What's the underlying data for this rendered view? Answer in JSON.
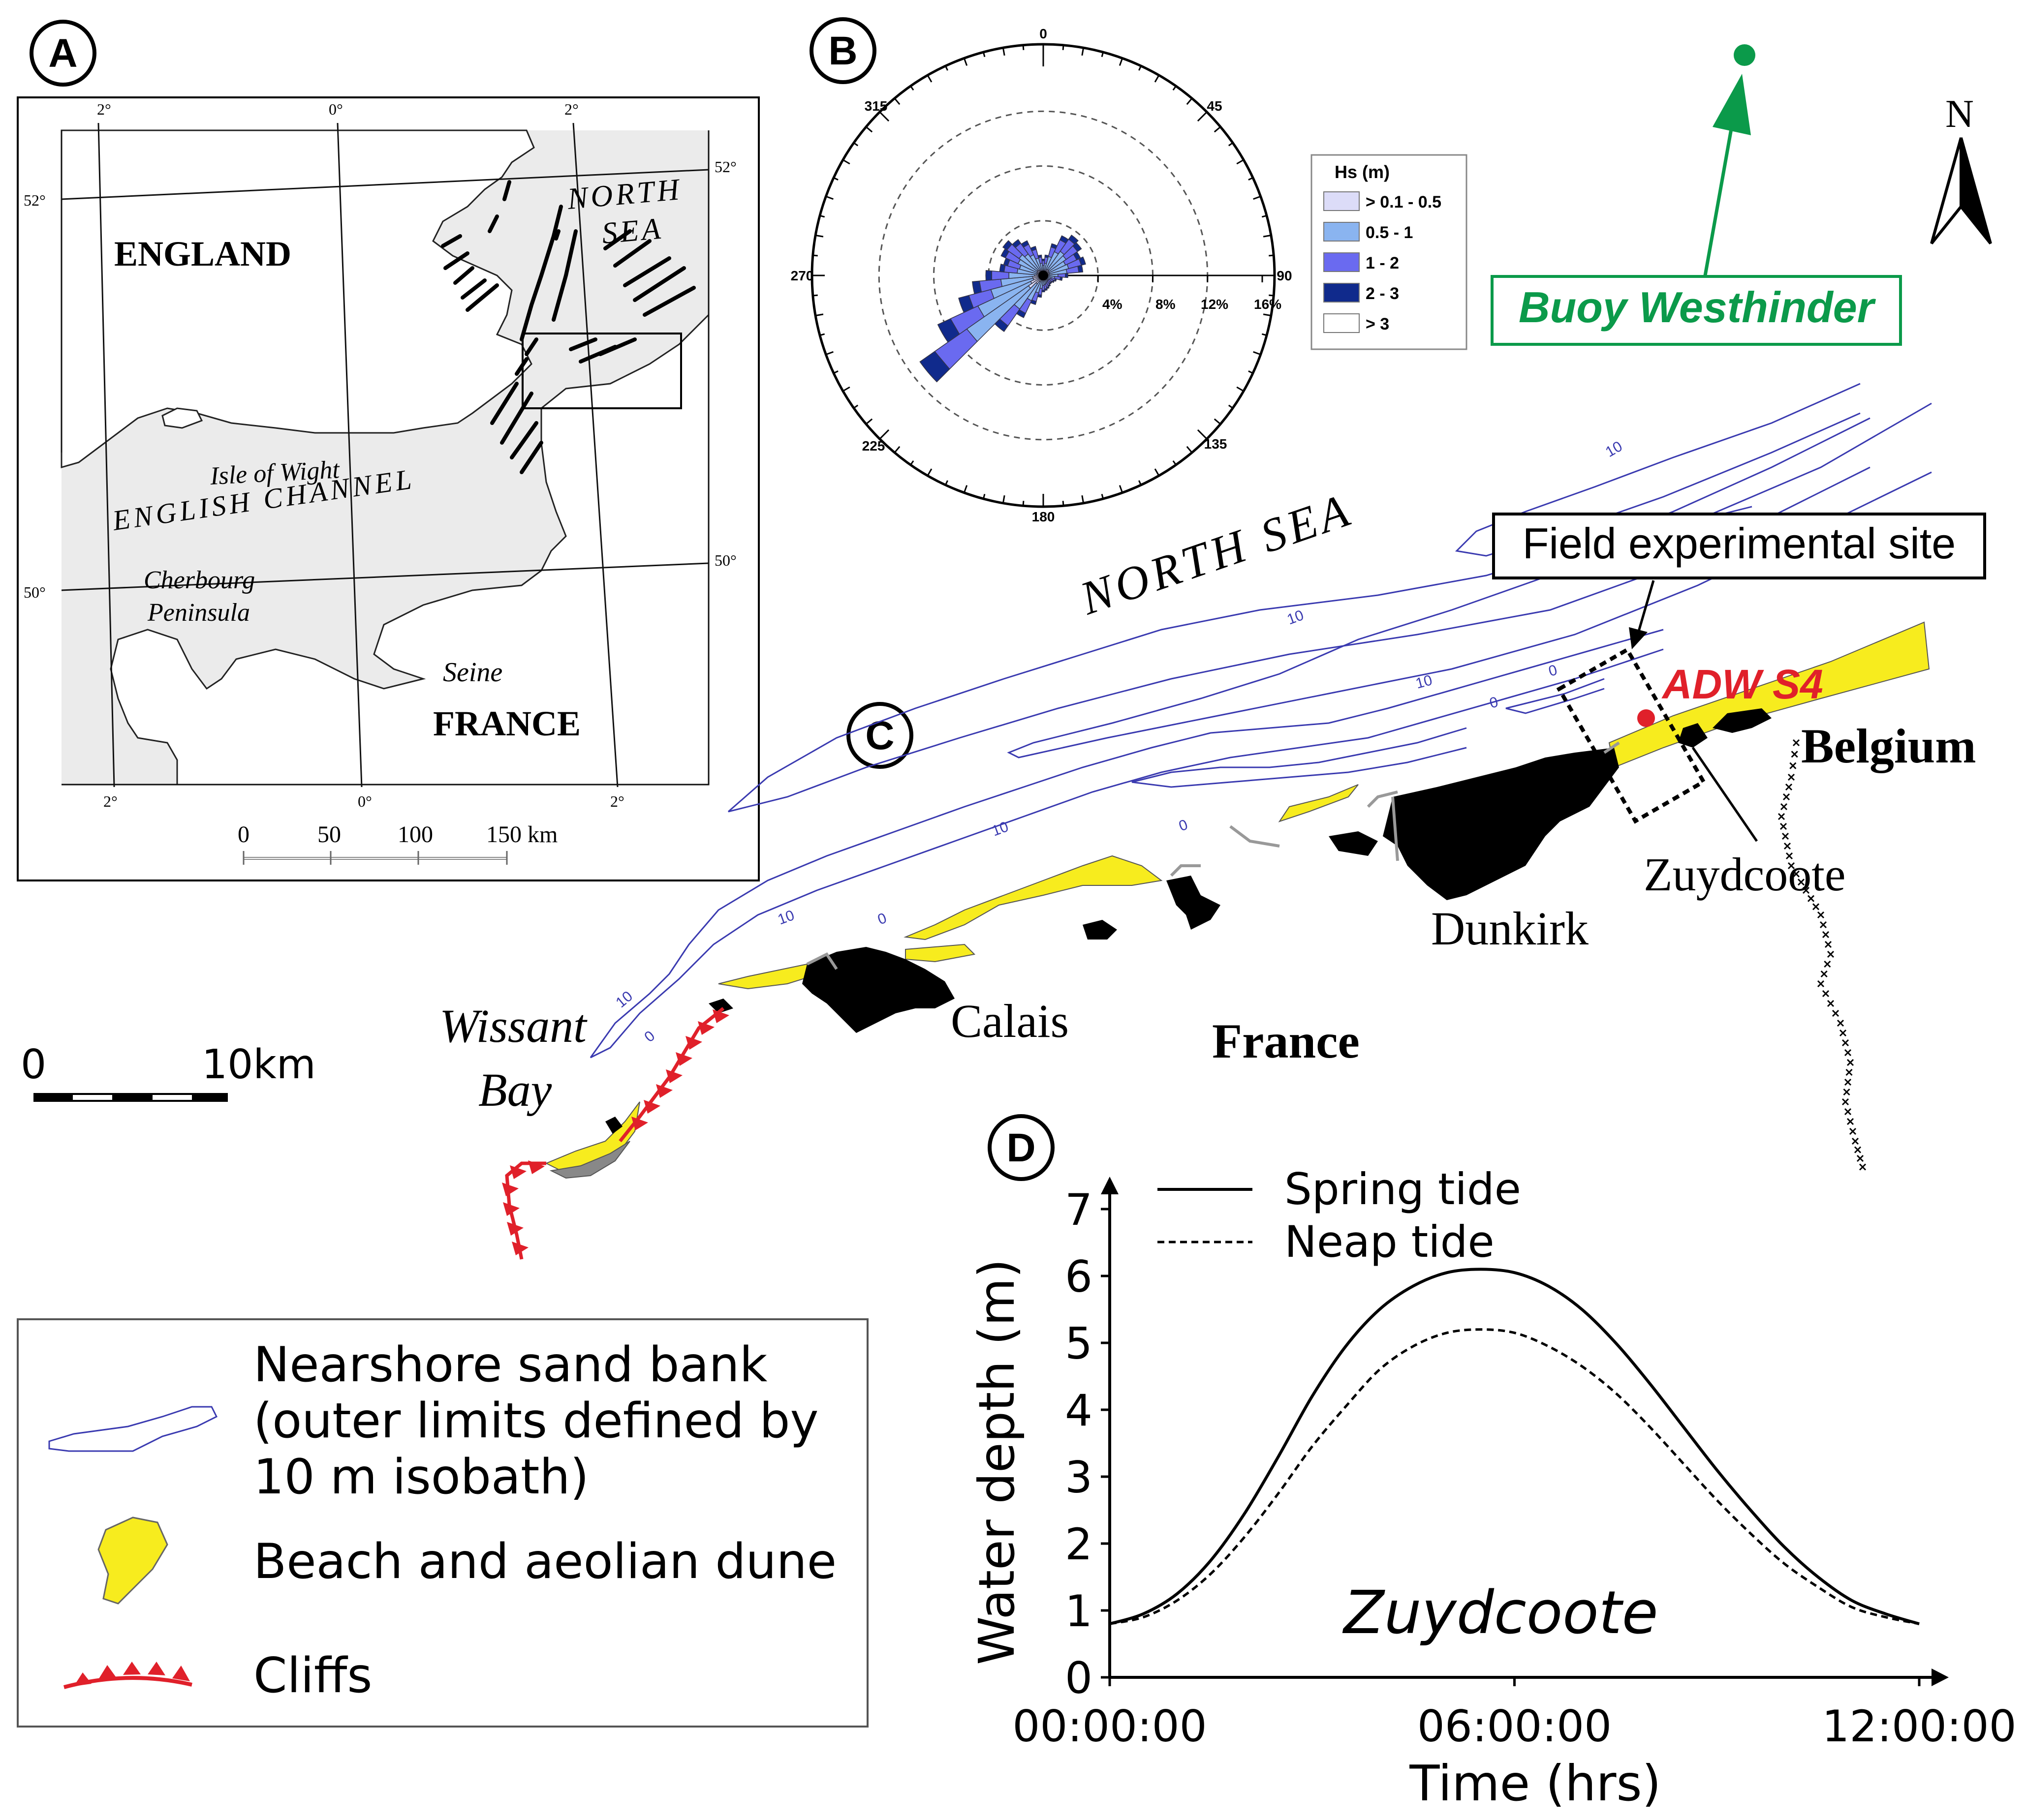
{
  "panels": {
    "a": "A",
    "b": "B",
    "c": "C",
    "d": "D"
  },
  "panel_a": {
    "lon_labels_top": [
      "2°",
      "0°",
      "2°"
    ],
    "lon_labels_bottom": [
      "2°",
      "0°",
      "2°"
    ],
    "lat_labels": [
      "52°",
      "52°",
      "50°",
      "50°"
    ],
    "england": "ENGLAND",
    "north_sea_1": "NORTH",
    "north_sea_2": "SEA",
    "isle_of_wight": "Isle of Wight",
    "english_channel": "ENGLISH CHANNEL",
    "cherbourg_1": "Cherbourg",
    "cherbourg_2": "Peninsula",
    "seine": "Seine",
    "france": "FRANCE",
    "scale_ticks": [
      "0",
      "50",
      "100",
      "150 km"
    ]
  },
  "panel_b": {
    "directions": [
      "0",
      "45",
      "90",
      "135",
      "180",
      "225",
      "270",
      "315"
    ],
    "rings": [
      "4%",
      "8%",
      "12%",
      "16%"
    ],
    "legend_title": "Hs (m)",
    "legend_items": [
      {
        "label": "> 0.1 - 0.5",
        "color": "#dcdcf8"
      },
      {
        "label": "0.5 - 1",
        "color": "#8ab4f0"
      },
      {
        "label": "1 - 2",
        "color": "#6a6af0"
      },
      {
        "label": "2 - 3",
        "color": "#102a8c"
      },
      {
        "label": "> 3",
        "color": "#ffffff"
      }
    ],
    "rose": [
      {
        "dir": 0,
        "total": 1.2
      },
      {
        "dir": 10,
        "total": 1.5
      },
      {
        "dir": 20,
        "total": 2.4
      },
      {
        "dir": 30,
        "total": 3.2
      },
      {
        "dir": 40,
        "total": 3.6
      },
      {
        "dir": 50,
        "total": 3.4
      },
      {
        "dir": 60,
        "total": 3.0
      },
      {
        "dir": 70,
        "total": 3.2
      },
      {
        "dir": 80,
        "total": 2.9
      },
      {
        "dir": 90,
        "total": 1.8
      },
      {
        "dir": 100,
        "total": 1.4
      },
      {
        "dir": 110,
        "total": 1.0
      },
      {
        "dir": 120,
        "total": 0.9
      },
      {
        "dir": 130,
        "total": 0.8
      },
      {
        "dir": 140,
        "total": 0.8
      },
      {
        "dir": 150,
        "total": 0.9
      },
      {
        "dir": 160,
        "total": 1.0
      },
      {
        "dir": 170,
        "total": 1.1
      },
      {
        "dir": 180,
        "total": 1.2
      },
      {
        "dir": 190,
        "total": 1.6
      },
      {
        "dir": 200,
        "total": 2.2
      },
      {
        "dir": 210,
        "total": 3.4
      },
      {
        "dir": 220,
        "total": 5.0
      },
      {
        "dir": 230,
        "total": 11.0
      },
      {
        "dir": 240,
        "total": 8.5
      },
      {
        "dir": 250,
        "total": 6.4
      },
      {
        "dir": 260,
        "total": 5.2
      },
      {
        "dir": 270,
        "total": 4.2
      },
      {
        "dir": 280,
        "total": 3.2
      },
      {
        "dir": 290,
        "total": 3.0
      },
      {
        "dir": 300,
        "total": 3.4
      },
      {
        "dir": 310,
        "total": 3.6
      },
      {
        "dir": 320,
        "total": 3.2
      },
      {
        "dir": 330,
        "total": 2.8
      },
      {
        "dir": 340,
        "total": 2.2
      },
      {
        "dir": 350,
        "total": 1.5
      }
    ]
  },
  "buoy": {
    "label": "Buoy Westhinder",
    "color": "#0b9a4a"
  },
  "north_arrow": "N",
  "panel_c": {
    "north_sea": "NORTH SEA",
    "field_site": "Field experimental site",
    "adw": "ADW S4",
    "belgium": "Belgium",
    "zuydcoote": "Zuydcoote",
    "dunkirk": "Dunkirk",
    "calais": "Calais",
    "france": "France",
    "wissant_1": "Wissant",
    "wissant_2": "Bay",
    "isobath_labels": [
      "10",
      "10",
      "10",
      "10",
      "0",
      "0",
      "10",
      "0",
      "10",
      "0",
      "0"
    ],
    "scale_0": "0",
    "scale_10": "10km",
    "red_color": "#e0202a",
    "sand_color": "#f7ec1e",
    "isobath_color": "#3a3ab0"
  },
  "legend": {
    "sandbank_1": "Nearshore sand bank",
    "sandbank_2": "(outer limits defined by",
    "sandbank_3": "10 m isobath)",
    "beach": "Beach and aeolian dune",
    "cliffs": "Cliffs"
  },
  "chart_data": {
    "type": "line",
    "ylabel": "Water depth (m)",
    "xlabel": "Time (hrs)",
    "annotation": "Zuydcoote",
    "x_ticks": [
      "00:00:00",
      "06:00:00",
      "12:00:00"
    ],
    "y_ticks": [
      "0",
      "1",
      "2",
      "3",
      "4",
      "5",
      "6",
      "7"
    ],
    "xlim": [
      0,
      12
    ],
    "ylim": [
      0,
      7.5
    ],
    "series": [
      {
        "name": "Spring tide",
        "x": [
          0,
          0.5,
          1,
          1.5,
          2,
          2.5,
          3,
          3.5,
          4,
          4.5,
          5,
          5.5,
          6,
          6.5,
          7,
          7.5,
          8,
          8.5,
          9,
          9.5,
          10,
          10.5,
          11,
          11.5,
          12
        ],
        "values": [
          0.8,
          0.95,
          1.25,
          1.75,
          2.45,
          3.3,
          4.2,
          4.95,
          5.5,
          5.85,
          6.05,
          6.1,
          6.05,
          5.85,
          5.5,
          5.0,
          4.4,
          3.75,
          3.1,
          2.5,
          1.95,
          1.5,
          1.15,
          0.95,
          0.8
        ]
      },
      {
        "name": "Neap tide",
        "x": [
          0,
          0.5,
          1,
          1.5,
          2,
          2.5,
          3,
          3.5,
          4,
          4.5,
          5,
          5.5,
          6,
          6.5,
          7,
          7.5,
          8,
          8.5,
          9,
          9.5,
          10,
          10.5,
          11,
          11.5,
          12
        ],
        "values": [
          0.8,
          0.9,
          1.15,
          1.55,
          2.1,
          2.75,
          3.45,
          4.05,
          4.6,
          4.95,
          5.15,
          5.2,
          5.15,
          4.95,
          4.65,
          4.25,
          3.75,
          3.2,
          2.65,
          2.15,
          1.7,
          1.35,
          1.05,
          0.9,
          0.8
        ]
      }
    ]
  }
}
